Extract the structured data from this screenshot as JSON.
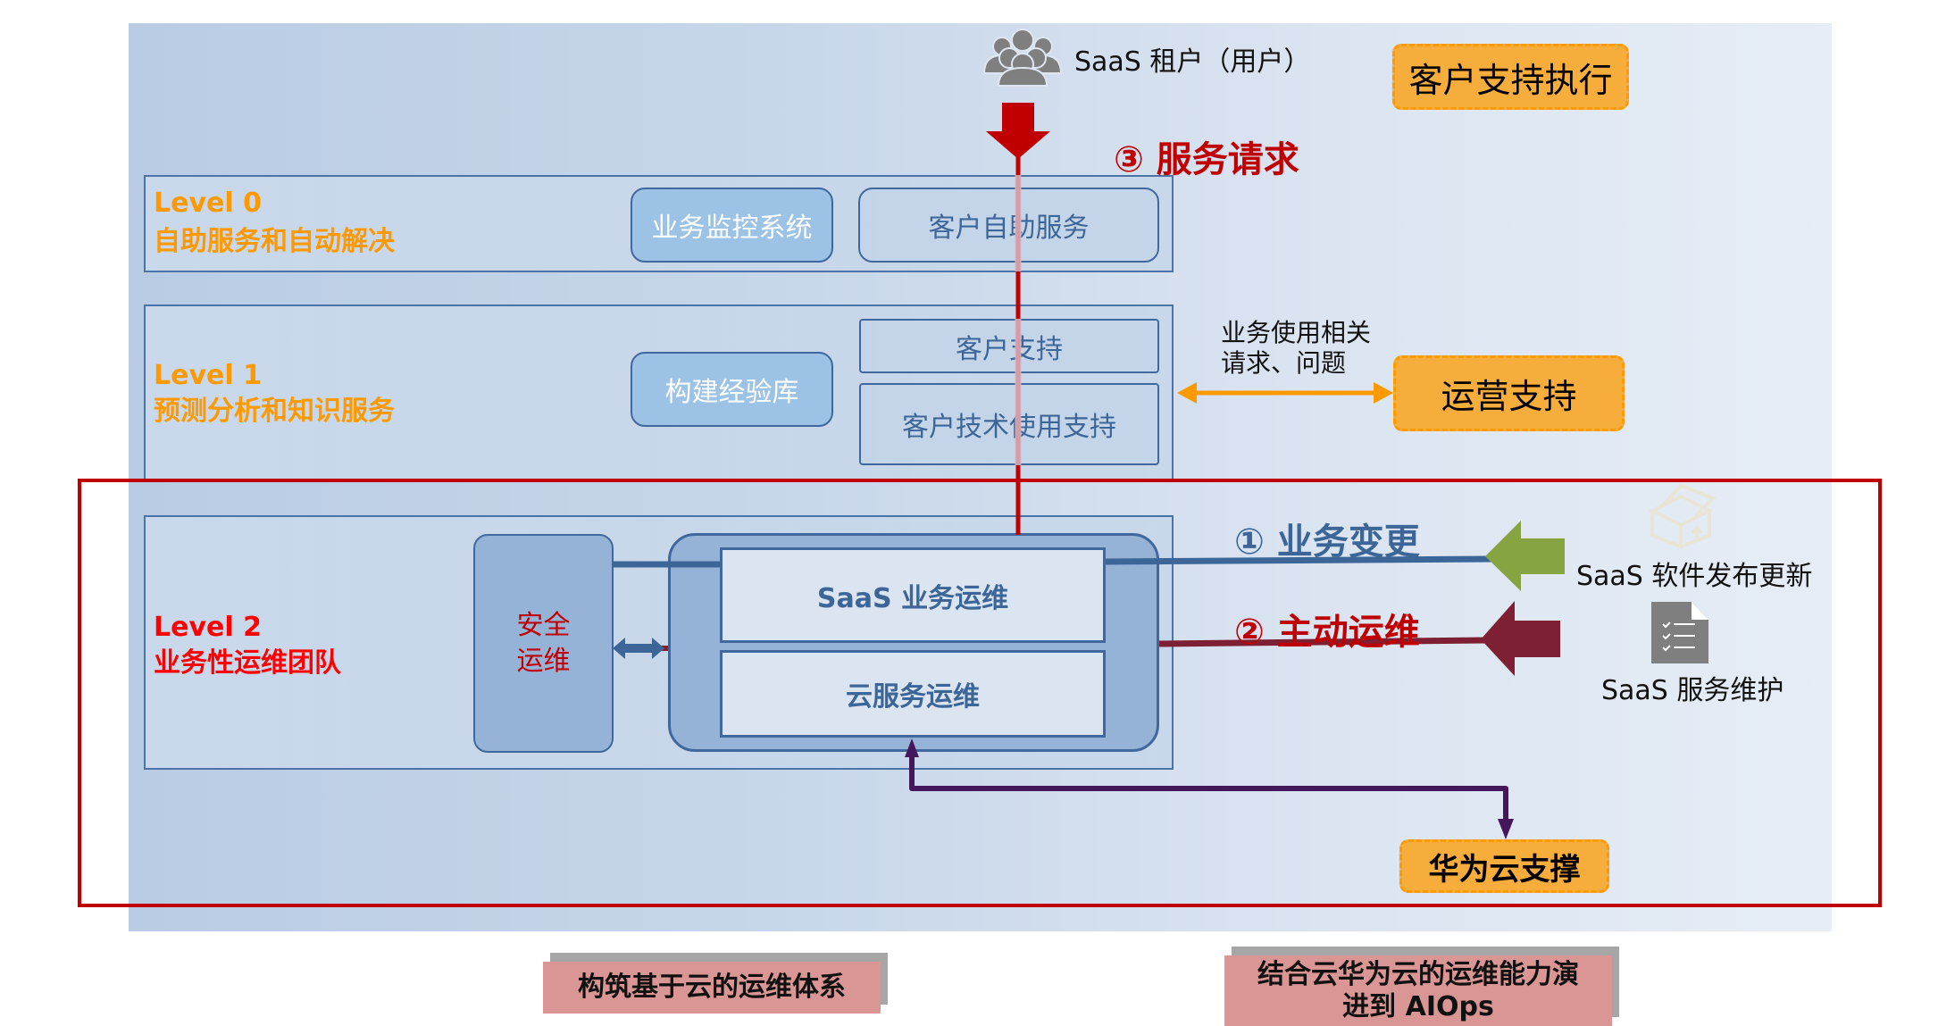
{
  "tenant": {
    "label": "SaaS 租户（用户）",
    "icon": "users-group-icon"
  },
  "service_request": {
    "label": "③ 服务请求",
    "color": "#c00000"
  },
  "customer_support_exec": {
    "label": "客户支持执行"
  },
  "levels": [
    {
      "id": "level-0",
      "title": "Level 0",
      "subtitle": "自助服务和自动解决",
      "title_color": "#ff9900",
      "items": [
        {
          "label": "业务监控系统",
          "style": "filled"
        },
        {
          "label": "客户自助服务",
          "style": "outline"
        }
      ]
    },
    {
      "id": "level-1",
      "title": "Level 1",
      "subtitle": "预测分析和知识服务",
      "title_color": "#ff9900",
      "items": [
        {
          "label": "构建经验库",
          "style": "filled"
        },
        {
          "label": "客户支持",
          "style": "outline"
        },
        {
          "label": "客户技术使用支持",
          "style": "outline"
        }
      ]
    },
    {
      "id": "level-2",
      "title": "Level 2",
      "subtitle": "业务性运维团队",
      "title_color": "#ff0000",
      "security_ops": "安全运维",
      "security_ops_lines": [
        "安全",
        "运维"
      ],
      "items": [
        {
          "label": "SaaS 业务运维"
        },
        {
          "label": "云服务运维"
        }
      ]
    }
  ],
  "ops_support": {
    "note_lines": [
      "业务使用相关",
      "请求、问题"
    ],
    "label": "运营支持"
  },
  "flows": {
    "business_change": {
      "label": "① 业务变更",
      "color": "#3d6698",
      "arrow_color": "#86a542"
    },
    "proactive_ops": {
      "label": "② 主动运维",
      "color": "#c00000",
      "arrow_color": "#7f1f33"
    }
  },
  "sources": {
    "software_release": {
      "label": "SaaS 软件发布更新",
      "icon": "package-box-icon"
    },
    "service_maintenance": {
      "label": "SaaS 服务维护",
      "icon": "checklist-document-icon"
    }
  },
  "huawei_cloud": {
    "label": "华为云支撑"
  },
  "footer": {
    "left": "构筑基于云的运维体系",
    "right_lines": [
      "结合云华为云的运维能力演",
      "进到 AIOps"
    ]
  },
  "colors": {
    "orange": "#f6ad3c",
    "level_border": "#41689c",
    "red_frame": "#c00000",
    "purple_link": "#44175a",
    "pink_footer": "#d99694"
  }
}
